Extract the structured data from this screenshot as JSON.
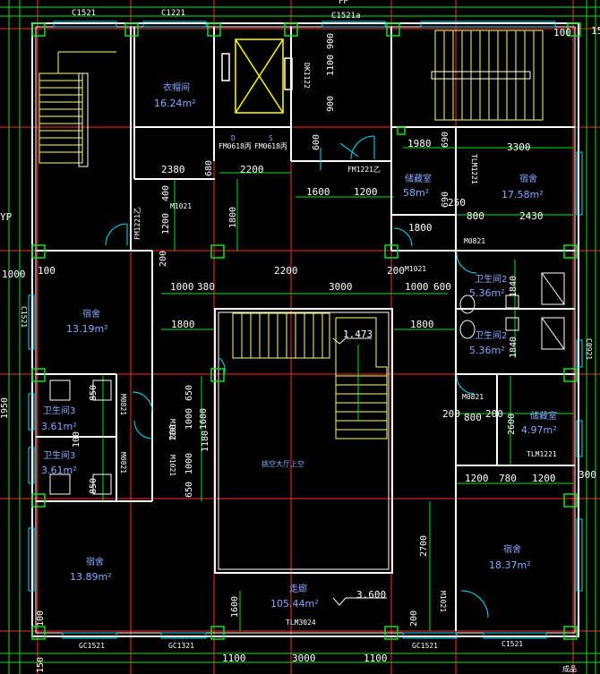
{
  "colors": {
    "background": "#000000",
    "wall": "#ffffff",
    "axis": "#ff2a2a",
    "dimension": "#00e61a",
    "window": "#00e0ff",
    "stair": "#ffff66",
    "room_text": "#8aa8ff",
    "column": "#00e61a",
    "shaft": "#ffff00"
  },
  "icons": [
    "door-swing-icon",
    "elevator-shaft-icon",
    "stair-arrow-icon",
    "toilet-fixture-icon",
    "column-icon"
  ],
  "top_labels": {
    "c1521_left": "C1521",
    "c1221": "C1221",
    "c1521_right": "C1521a",
    "fp": "FP",
    "dim_100": "100",
    "dim_15": "15"
  },
  "rooms": {
    "cloak": {
      "name": "衣帽间",
      "area": "16.24m²"
    },
    "storage_top": {
      "name": "储藏室",
      "area": "58m²"
    },
    "dorm_top_right": {
      "name": "宿舍",
      "area": "17.58m²"
    },
    "dorm_left_top": {
      "name": "宿舍",
      "area": "13.19m²"
    },
    "wc2_a": {
      "name": "卫生间2",
      "area": "5.36m²"
    },
    "wc2_b": {
      "name": "卫生间2",
      "area": "5.36m²"
    },
    "wc3_a": {
      "name": "卫生间3",
      "area": "3.61m²"
    },
    "wc3_b": {
      "name": "卫生间3",
      "area": "3.61m²"
    },
    "storage_right": {
      "name": "储藏室",
      "area": "4.97m²"
    },
    "dorm_left_bottom": {
      "name": "宿舍",
      "area": "13.89m²"
    },
    "dorm_right_bottom": {
      "name": "宿舍",
      "area": "18.37m²"
    },
    "corridor": {
      "name": "走廊",
      "area": "105.44m²"
    },
    "lobby": {
      "name": "挑空大厅上空"
    }
  },
  "doors": {
    "fm0618a": "FM0618丙",
    "fm0618b": "FM0618丙",
    "fm1221_top": "FM1221乙",
    "fm1221_left": "FM1221乙",
    "m1021_a": "M1021",
    "m1021_b": "M1021",
    "m1021_c": "M1021",
    "m1021_d": "M1021",
    "m1021_e": "M1021",
    "m0821_a": "M0821",
    "m0821_b": "M0821",
    "m0821_c": "M0821",
    "m0821_d": "M0821",
    "dk1122": "DK1122",
    "tlm1221_a": "TLM1221",
    "tlm1221_b": "TLM1221",
    "tlm3024": "TLM3024",
    "c1521_side": "C1521",
    "c0921": "C0921"
  },
  "window_labels": {
    "gc1521_a": "GC1521",
    "gc1321": "GC1321",
    "gc1521_b": "GC1521",
    "c1521_bottom": "C1521"
  },
  "elevations": {
    "stair": "1.473",
    "corridor": "3.600"
  },
  "dimensions": {
    "d2380": "2380",
    "d2200": "2200",
    "d1600": "1600",
    "d1200": "1200",
    "d1980": "1980",
    "d3300": "3300",
    "d800": "800",
    "d2430": "2430",
    "d1800_v": "1800",
    "d1800_r": "1800",
    "d2200_mid": "2200",
    "d200_a": "200",
    "d200_b": "200",
    "d1000_a": "1000",
    "d380": "380",
    "d3000": "3000",
    "d1000_b": "1000",
    "d600": "600",
    "d1800_l": "1800",
    "d1800_rr": "1800",
    "d1840_a": "1840",
    "d1840_b": "1840",
    "d100": "100",
    "d1000_side": "1000",
    "d200_c": "200",
    "d800_b": "800",
    "d200_d": "200",
    "d2600": "2600",
    "d1200_b": "1200",
    "d780": "780",
    "d1200_c": "1200",
    "d300": "300",
    "d2700": "2700",
    "d1100_a": "1100",
    "d3000_b": "3000",
    "d1100_b": "1100",
    "d150": "150",
    "d1600_b": "1600",
    "d1100_v": "1100",
    "d900_a": "900",
    "d900_b": "900",
    "d600_v": "600",
    "d690_a": "690",
    "d690_b": "690",
    "d250": "250",
    "d680": "680",
    "d400": "400",
    "d1200_v": "1200",
    "d850_a": "850",
    "d850_b": "850",
    "d650_a": "650",
    "d650_b": "650",
    "d1000_v": "1000",
    "d1000_v2": "1000",
    "d1180": "1180",
    "d1950": "1950",
    "dyp": "YP",
    "d100_left": "100",
    "d200_bot": "200",
    "d1600_bot": "1600",
    "d100_bot": "100",
    "d200_bot2": "200"
  },
  "misc": {
    "corner": "成品"
  }
}
